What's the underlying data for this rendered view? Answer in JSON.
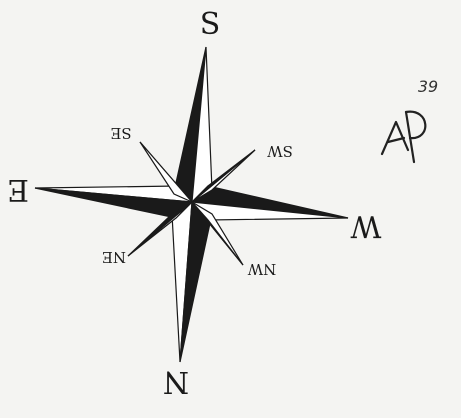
{
  "compass": {
    "labels": {
      "S": "S",
      "N": "N",
      "E": "E",
      "W": "W",
      "SE": "SE",
      "SW": "SW",
      "NE": "NE",
      "NW": "NW"
    },
    "dark_color": "#1a1a1a",
    "light_color": "#ffffff"
  },
  "annotation": {
    "number": "39",
    "mark": "AP"
  }
}
